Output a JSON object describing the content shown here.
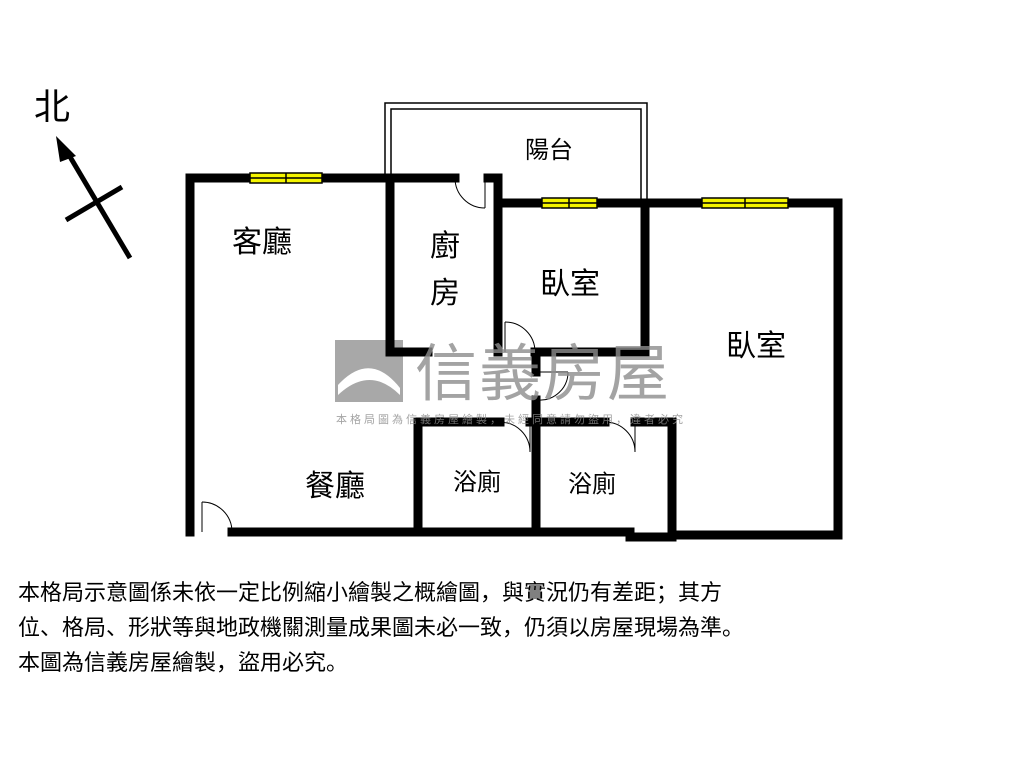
{
  "compass": {
    "north_label": "北"
  },
  "rooms": {
    "living": "客廳",
    "kitchen_1": "廚",
    "kitchen_2": "房",
    "balcony": "陽台",
    "bedroom_1": "臥室",
    "bedroom_2": "臥室",
    "dining": "餐廳",
    "bath_1": "浴廁",
    "bath_2": "浴廁"
  },
  "watermark": {
    "brand": "信義房屋",
    "notice": "本格局圖為信義房屋繪製，未經同意請勿盜用，違者必究"
  },
  "notes": [
    "本格局示意圖係未依一定比例縮小繪製之概繪圖，與實況仍有差距；其方",
    "位、格局、形狀等與地政機關測量成果圖未必一致，仍須以房屋現場為準。",
    "本圖為信義房屋繪製，盜用必究。"
  ],
  "colors": {
    "wall": "#000000",
    "window": "#f5f500",
    "watermark": "#8c8c8c"
  }
}
